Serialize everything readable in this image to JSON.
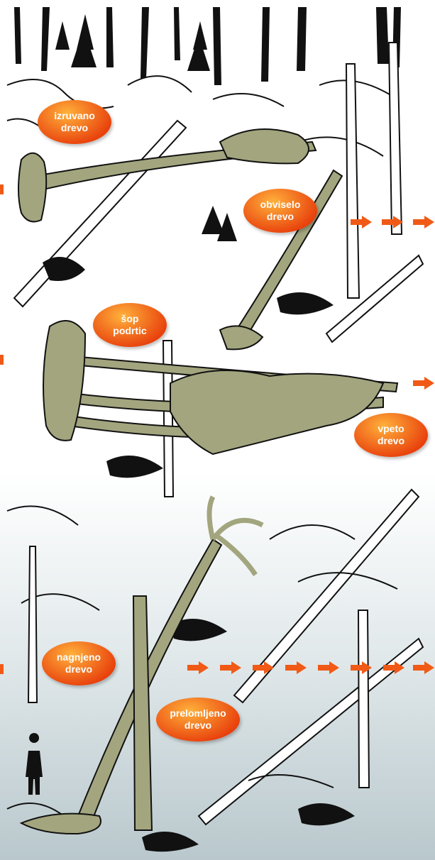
{
  "labels": {
    "izruvano": "izruvano\ndrevo",
    "obviselo": "obviselo\ndrevo",
    "sop": "šop\npodrtic",
    "vpeto": "vpeto\ndrevo",
    "nagnjeno": "nagnjeno\ndrevo",
    "prelomljeno": "prelomljeno\ndrevo"
  },
  "colors": {
    "label_light": "#ffb13b",
    "label_dark": "#e8400c",
    "arrow": "#f05a16",
    "fallen_tree": "#a3a57e",
    "ink": "#111111"
  },
  "icons": {
    "direction_arrow": "arrow-right-icon",
    "person": "standing-person-icon"
  }
}
